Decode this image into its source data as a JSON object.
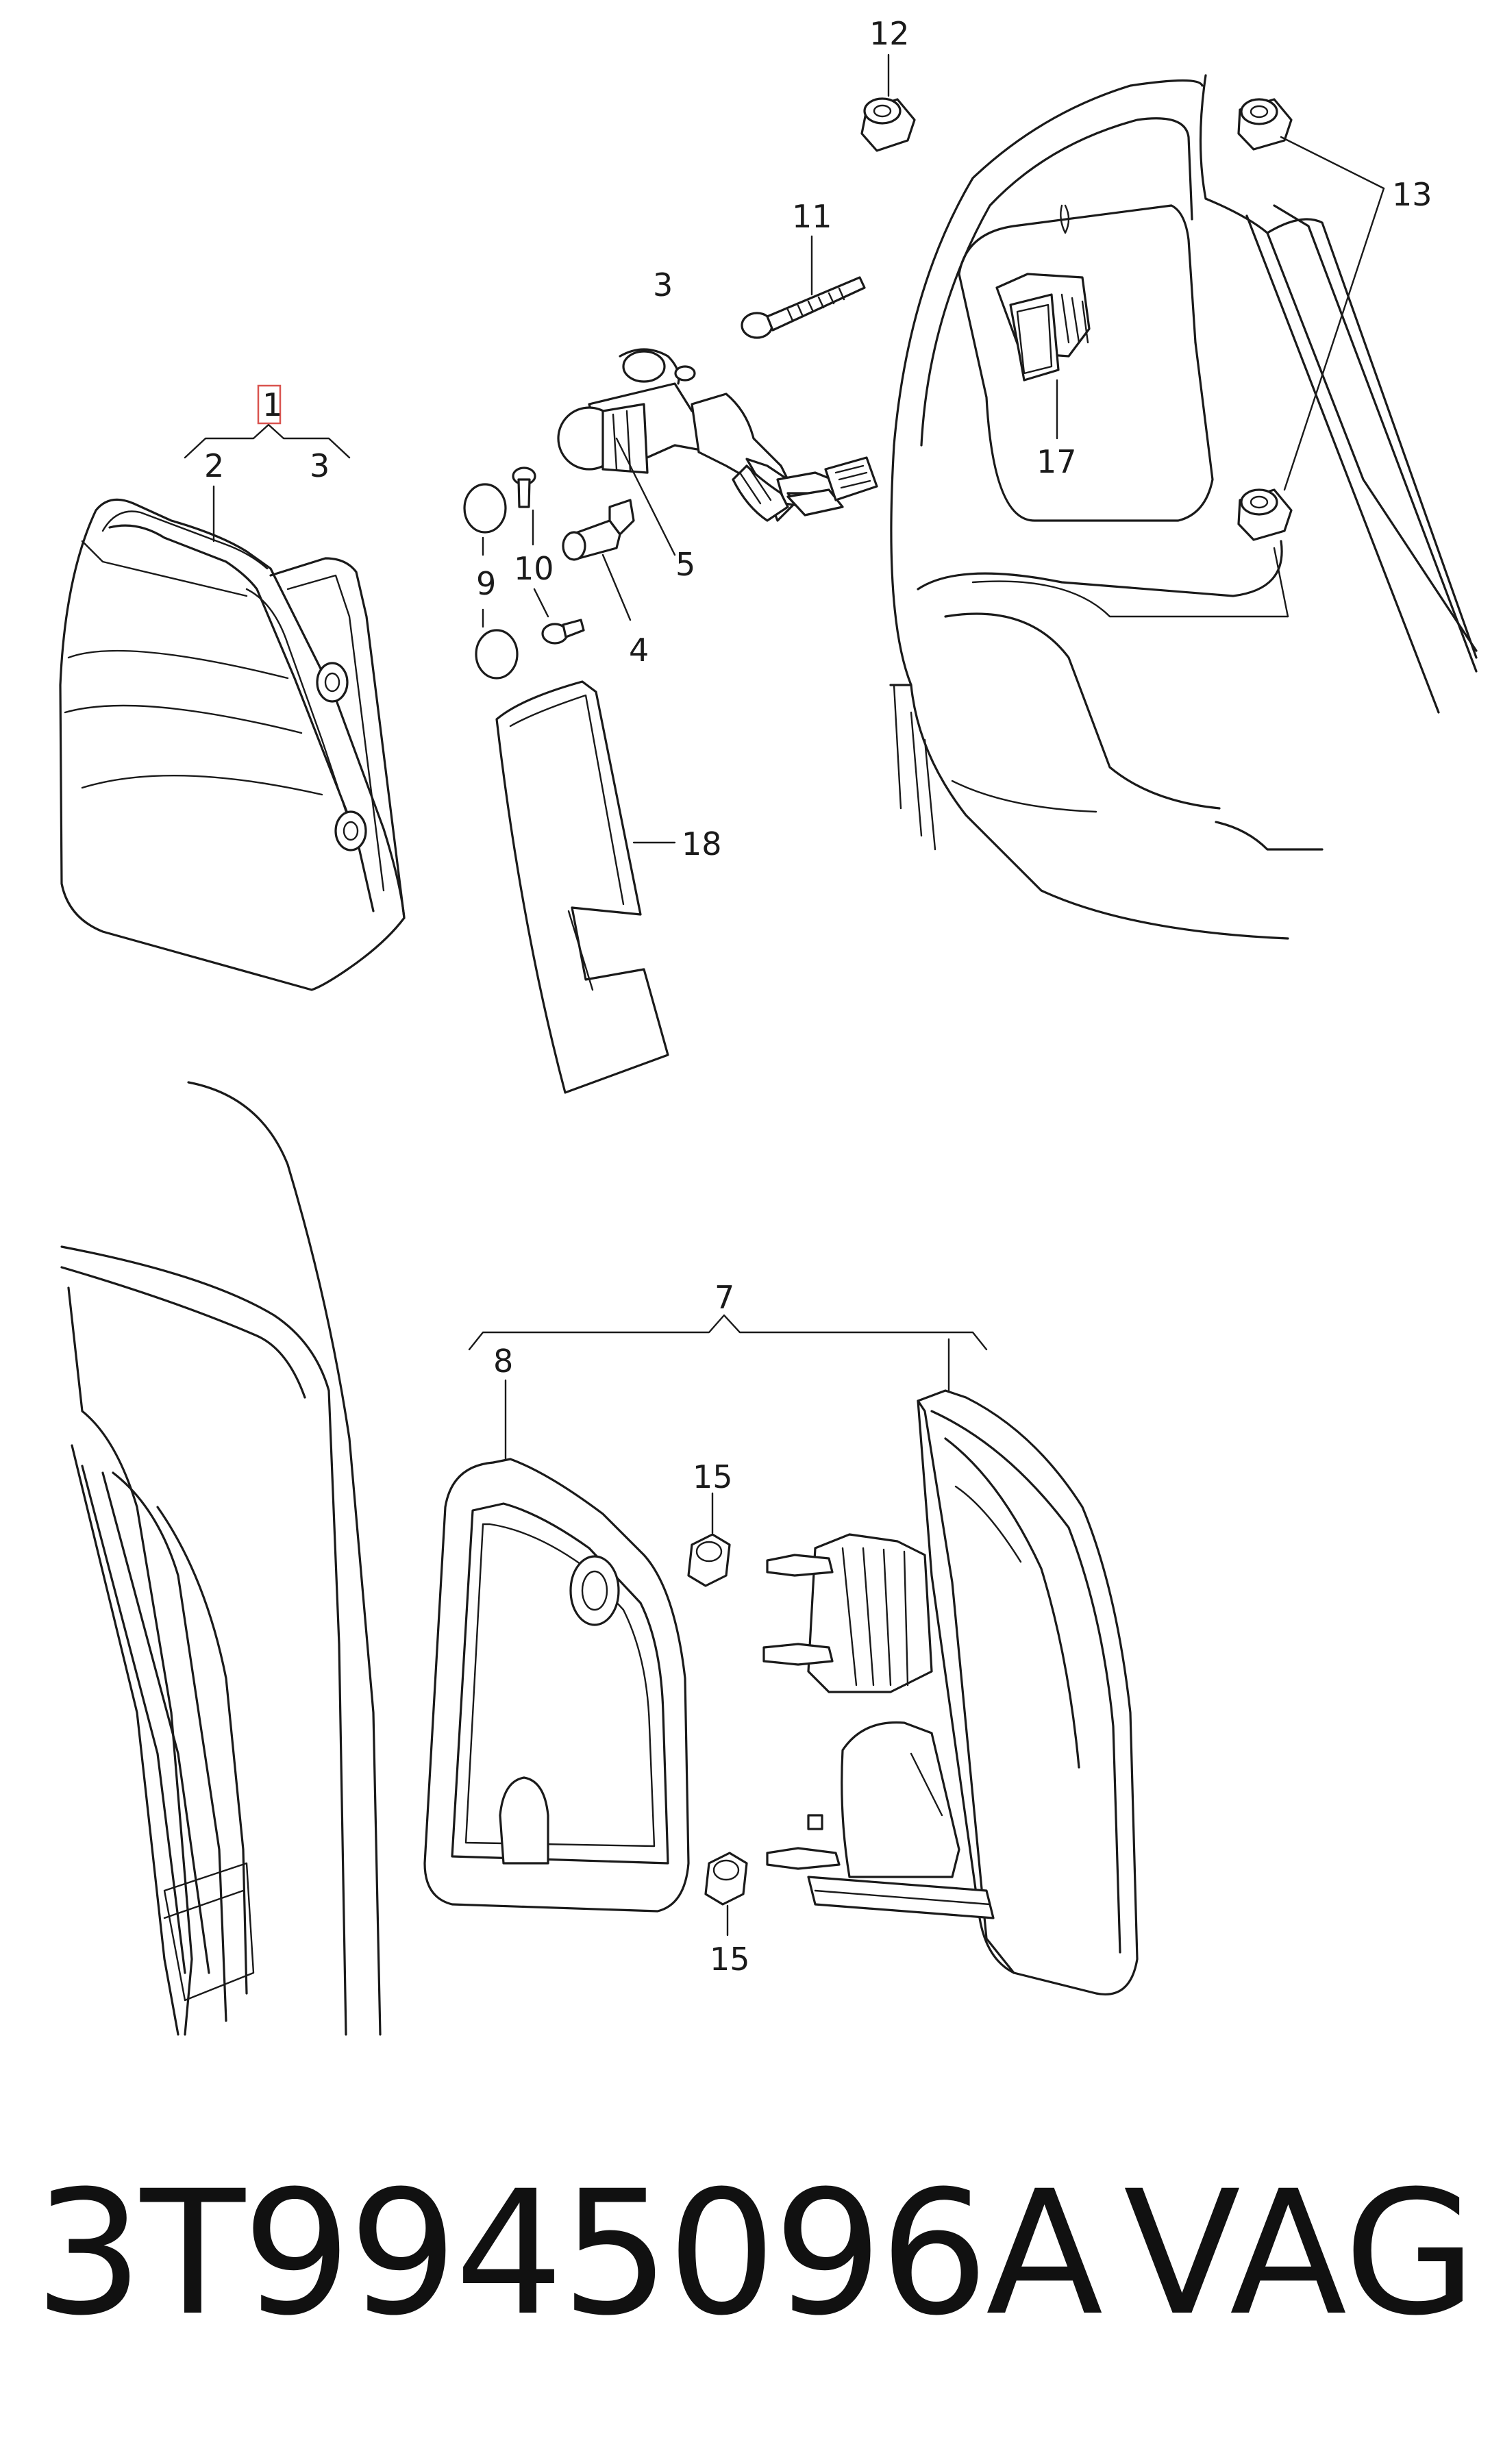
{
  "callouts": {
    "c1": "1",
    "c2": "2",
    "c3a": "3",
    "c3b": "3",
    "c4": "4",
    "c5": "5",
    "c7": "7",
    "c8": "8",
    "c9": "9",
    "c10": "10",
    "c11": "11",
    "c12": "12",
    "c13": "13",
    "c15a": "15",
    "c15b": "15",
    "c17": "17",
    "c18": "18"
  },
  "footer": {
    "part_number": "3T9945096A",
    "brand": "VAG"
  },
  "colors": {
    "line": "#1a1a1a",
    "highlight_box": "#d9534f",
    "background": "#ffffff"
  }
}
